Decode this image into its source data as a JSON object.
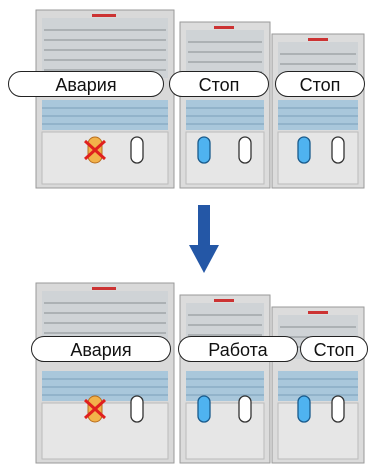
{
  "top_row": {
    "units": [
      {
        "label": "Авария",
        "status": "fault",
        "indicator": "fault-x-icon"
      },
      {
        "label": "Стоп",
        "status": "stopped",
        "indicator": "blue-led-icon"
      },
      {
        "label": "Стоп",
        "status": "stopped",
        "indicator": "blue-led-icon"
      }
    ]
  },
  "bottom_row": {
    "units": [
      {
        "label": "Авария",
        "status": "fault",
        "indicator": "fault-x-icon"
      },
      {
        "label": "Работа",
        "status": "running",
        "indicator": "blue-led-icon"
      },
      {
        "label": "Стоп",
        "status": "stopped",
        "indicator": "blue-led-icon"
      }
    ]
  },
  "colors": {
    "arrow": "#2457a6",
    "led_blue": "#4fb3f0",
    "fault_red": "#e0201e",
    "fault_orange": "#f2b24a"
  },
  "arrow_icon": "down-arrow-icon"
}
